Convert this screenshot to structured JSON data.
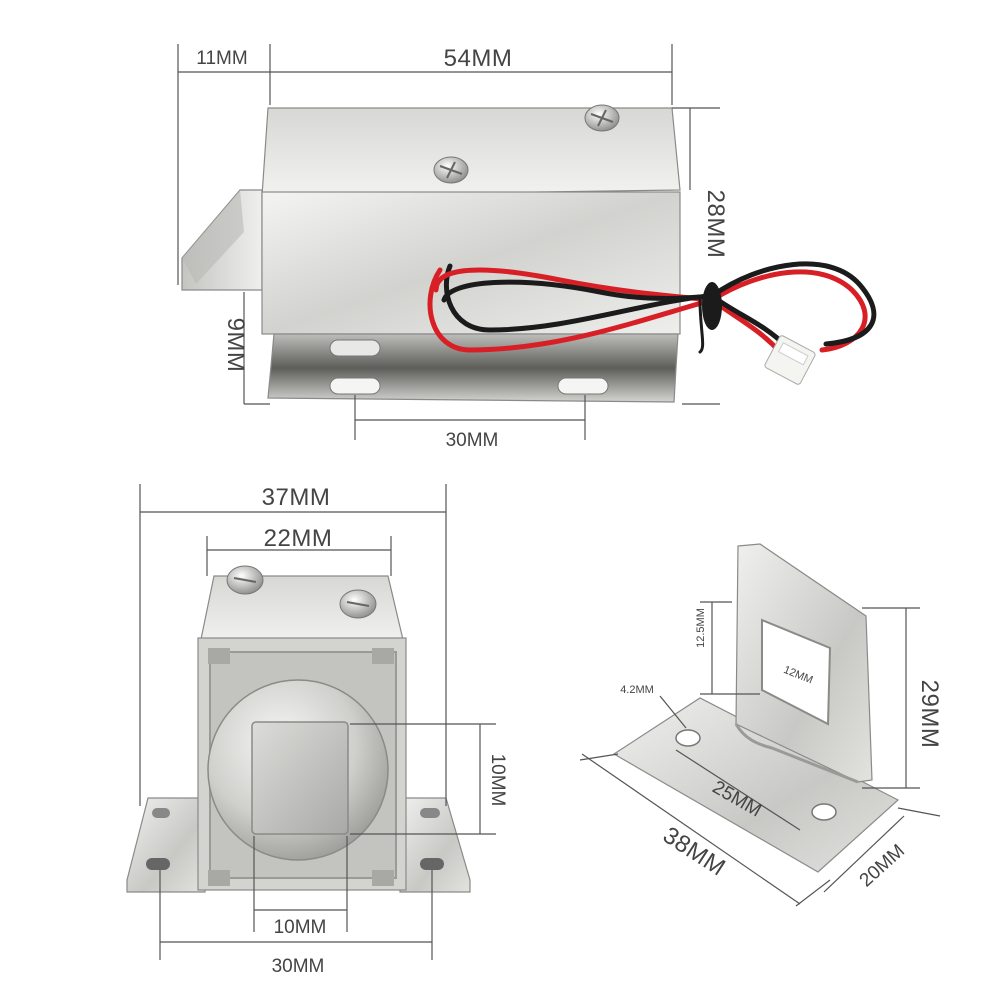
{
  "top_view": {
    "bolt_length": "11MM",
    "body_length": "54MM",
    "body_height": "28MM",
    "base_height": "9MM",
    "hole_spacing": "30MM"
  },
  "front_view": {
    "total_width": "37MM",
    "body_width": "22MM",
    "bolt_height": "10MM",
    "bolt_width": "10MM",
    "hole_spacing": "30MM"
  },
  "strike_plate": {
    "hole_diameter": "4.2MM",
    "window_height": "12.5MM",
    "window_width": "12MM",
    "plate_height": "29MM",
    "hole_spacing": "25MM",
    "base_length": "38MM",
    "base_width": "20MM"
  },
  "colors": {
    "metal_light": "#e9e9e7",
    "metal_mid": "#c9c9c6",
    "metal_dark": "#8f8f8c",
    "wire_red": "#d81f26",
    "wire_black": "#1b1b1b",
    "connector": "#f4f4f0",
    "dimension_line": "#555555"
  }
}
